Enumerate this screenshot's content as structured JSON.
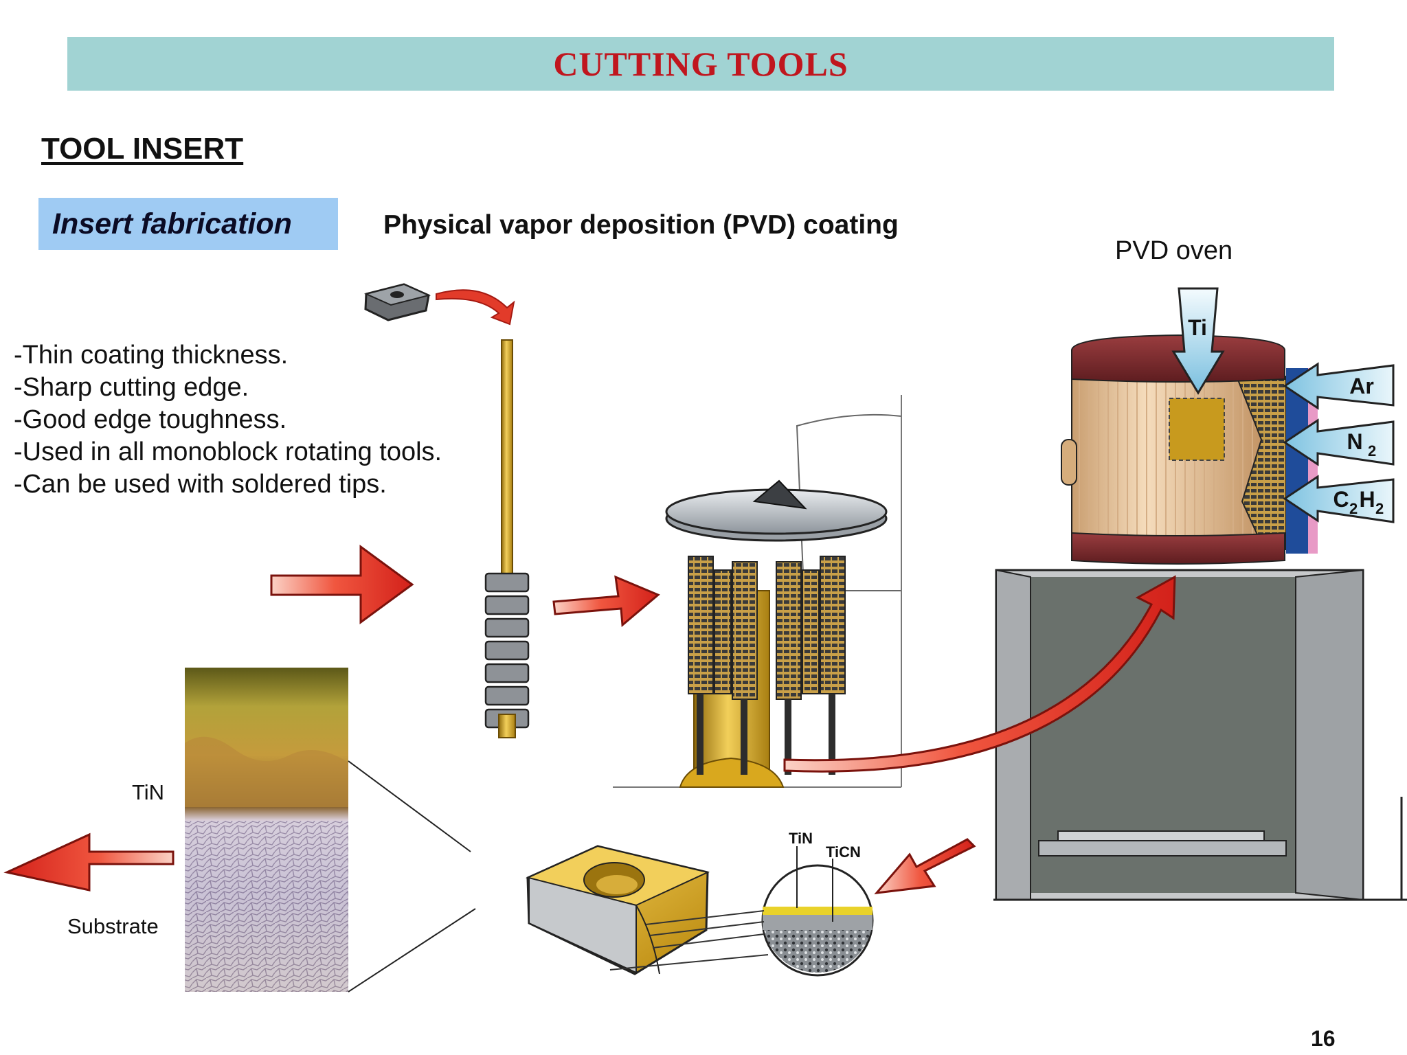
{
  "slide": {
    "title": "CUTTING TOOLS",
    "section_heading": "TOOL INSERT",
    "tag": "Insert fabrication",
    "subheading": "Physical vapor deposition (PVD) coating",
    "page_number": "16"
  },
  "bullets": [
    "-Thin coating thickness.",
    "-Sharp cutting edge.",
    "-Good edge toughness.",
    "-Used in all monoblock rotating tools.",
    "-Can be used with soldered tips."
  ],
  "oven": {
    "label": "PVD oven",
    "inputs": {
      "ti": "Ti",
      "ar": "Ar",
      "n2": "N",
      "c2h2_c": "C",
      "c2h2_h": "H",
      "subscript_2": "2"
    }
  },
  "micrograph": {
    "top_label": "TiN",
    "bottom_label": "Substrate"
  },
  "insert_detail": {
    "layer_top": "TiN",
    "layer_mid": "TiCN"
  },
  "colors": {
    "title_band": "#a1d3d3",
    "title_text": "#c0161e",
    "tag_box": "#9fcbf3",
    "arrow_red": "#e8312a",
    "gold": "#d9a81e",
    "oven_copper": "#7b2a2c",
    "gas_arrow": "#a8d8ec"
  }
}
